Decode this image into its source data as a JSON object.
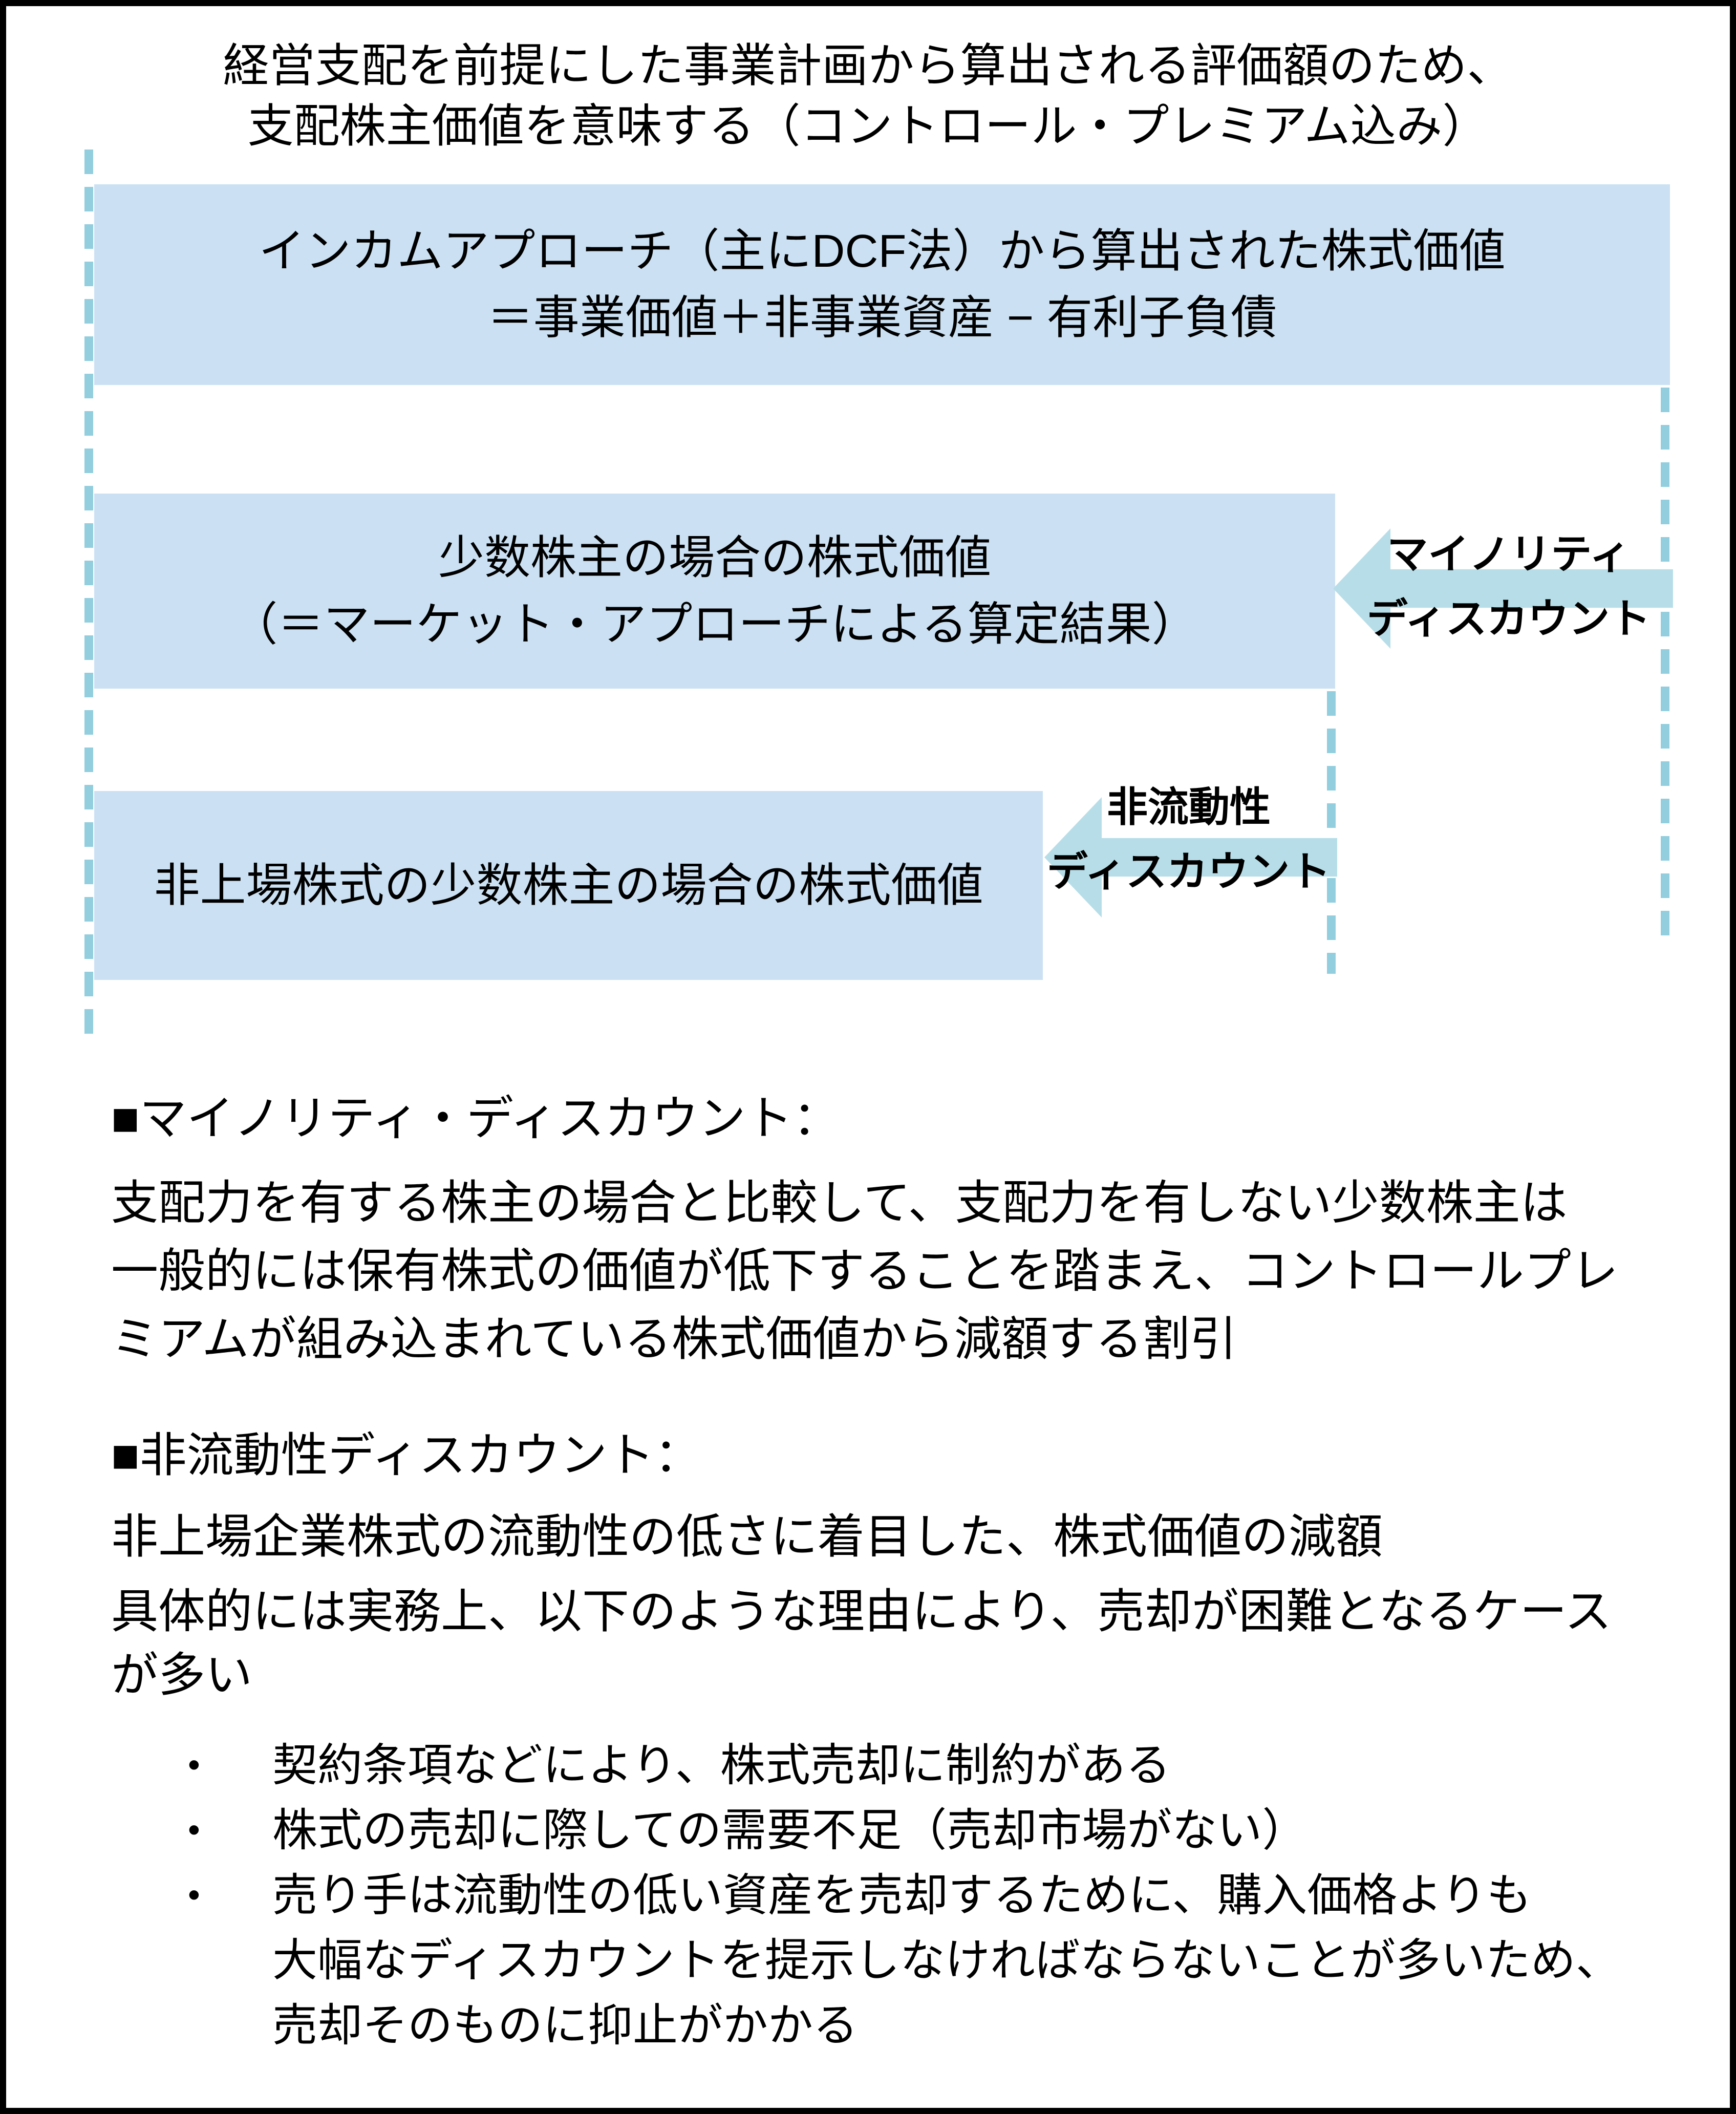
{
  "title": {
    "line1": "経営支配を前提にした事業計画から算出される評価額のため、",
    "line2": "支配株主価値を意味する（コントロール・プレミアム込み）"
  },
  "diagram": {
    "colors": {
      "bar_fill": "#CBE1F3",
      "arrow_fill": "#B7DEE8",
      "dash_line": "#92CEDE"
    },
    "bar_income": {
      "line1": "インカムアプローチ（主にDCF法）から算出された株式価値",
      "line2": "＝事業価値＋非事業資産 − 有利子負債"
    },
    "bar_minority": {
      "line1": "少数株主の場合の株式価値",
      "line2": "（＝マーケット・アプローチによる算定結果）"
    },
    "bar_unlisted": {
      "line1": "非上場株式の少数株主の場合の株式価値"
    },
    "arrow_minority_label": {
      "line1": "マイノリティ",
      "line2": "ディスカウント"
    },
    "arrow_illiquidity_label": {
      "line1": "非流動性",
      "line2": "ディスカウント"
    }
  },
  "sections": {
    "minority": {
      "heading": "■マイノリティ・ディスカウント：",
      "lines": [
        "支配力を有する株主の場合と比較して、支配力を有しない少数株主は",
        "一般的には保有株式の価値が低下することを踏まえ、コントロールプレ",
        "ミアムが組み込まれている株式価値から減額する割引"
      ]
    },
    "illiquidity": {
      "heading": "■非流動性ディスカウント：",
      "para1": "非上場企業株式の流動性の低さに着目した、株式価値の減額",
      "para2_lines": [
        "具体的には実務上、以下のような理由により、売却が困難となるケース",
        "が多い"
      ]
    }
  },
  "bullets": {
    "marker": "•",
    "items": [
      {
        "lines": [
          "契約条項などにより、株式売却に制約がある"
        ]
      },
      {
        "lines": [
          "株式の売却に際しての需要不足（売却市場がない）"
        ]
      },
      {
        "lines": [
          "売り手は流動性の低い資産を売却するために、購入価格よりも",
          "大幅なディスカウントを提示しなければならないことが多いため、",
          "売却そのものに抑止がかかる"
        ]
      }
    ]
  }
}
